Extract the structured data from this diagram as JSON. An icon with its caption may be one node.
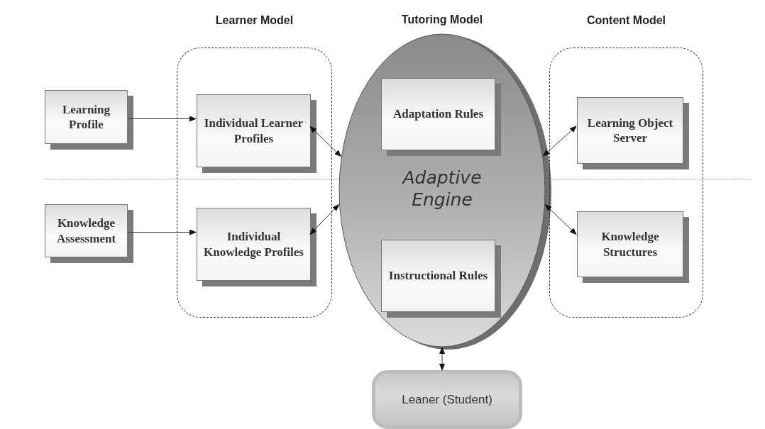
{
  "diagram": {
    "nodes": [
      {
        "text": [
          "Learning Profile"
        ]
      },
      {
        "text": [
          "Knowledge Assessment"
        ]
      },
      {
        "text": [
          "Learner Model"
        ]
      },
      {
        "text": [
          "Individual Learner Profiles"
        ],
        "in": 2
      },
      {
        "text": [
          "Individual Knowledge Profiles"
        ],
        "in": 2
      },
      {
        "text": [
          "Tutoring Model",
          "Adaptive Engine"
        ]
      },
      {
        "text": [
          "Adaptation Rules"
        ],
        "in": 5
      },
      {
        "text": [
          "Instructional Rules"
        ],
        "in": 5
      },
      {
        "text": [
          "Content Model"
        ]
      },
      {
        "text": [
          "Learning Object Server"
        ],
        "in": 8
      },
      {
        "text": [
          "Knowledge Structures"
        ],
        "in": 8
      },
      {
        "text": [
          "Leaner (Student)"
        ]
      }
    ],
    "edges": [
      {
        "from": 0,
        "to": 3,
        "arrow": "to"
      },
      {
        "from": 1,
        "to": 4,
        "arrow": "to"
      },
      {
        "from": 3,
        "to": 5,
        "arrow": "both"
      },
      {
        "from": 4,
        "to": 5,
        "arrow": "both"
      },
      {
        "from": 5,
        "to": 9,
        "arrow": "both"
      },
      {
        "from": 5,
        "to": 10,
        "arrow": "both"
      },
      {
        "from": 5,
        "to": 11,
        "arrow": "both"
      }
    ]
  }
}
